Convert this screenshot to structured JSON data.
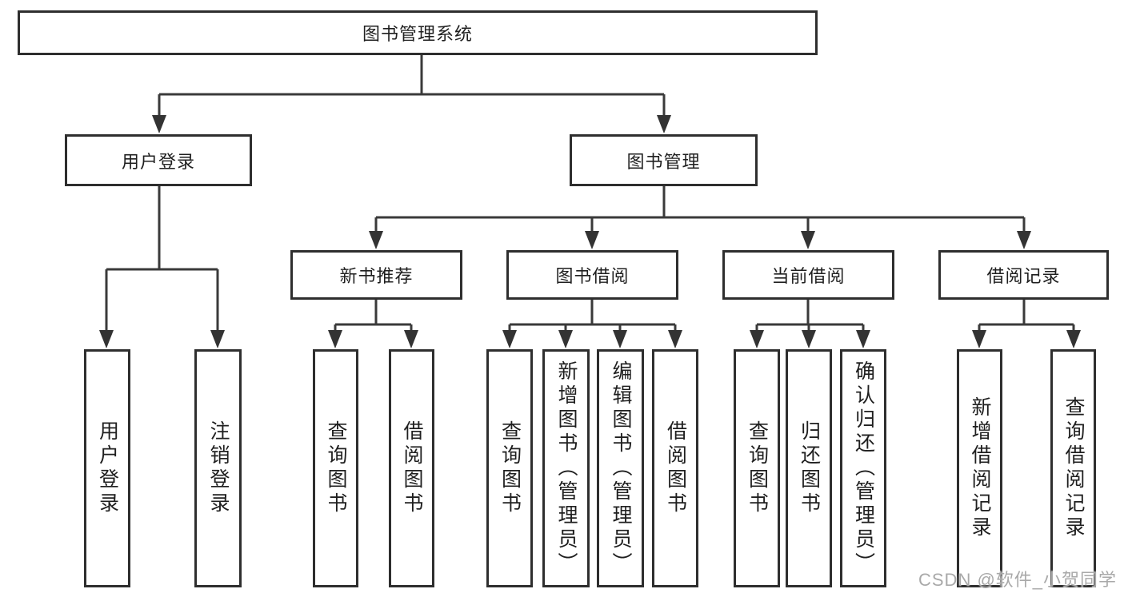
{
  "diagram": {
    "type": "tree",
    "root": {
      "label": "图书管理系统"
    },
    "branches": [
      {
        "label": "用户登录",
        "children": [
          {
            "label": "用户登录"
          },
          {
            "label": "注销登录"
          }
        ]
      },
      {
        "label": "图书管理",
        "groups": [
          {
            "label": "新书推荐",
            "children": [
              {
                "label": "查询图书"
              },
              {
                "label": "借阅图书"
              }
            ]
          },
          {
            "label": "图书借阅",
            "children": [
              {
                "label": "查询图书"
              },
              {
                "label": "新增图书（管理员）"
              },
              {
                "label": "编辑图书（管理员）"
              },
              {
                "label": "借阅图书"
              }
            ]
          },
          {
            "label": "当前借阅",
            "children": [
              {
                "label": "查询图书"
              },
              {
                "label": "归还图书"
              },
              {
                "label": "确认归还（管理员）"
              }
            ]
          },
          {
            "label": "借阅记录",
            "children": [
              {
                "label": "新增借阅记录"
              },
              {
                "label": "查询借阅记录"
              }
            ]
          }
        ]
      }
    ]
  },
  "watermark": {
    "text": "CSDN @软件_小贺同学"
  },
  "colors": {
    "background": "#ffffff",
    "box_fill": "#ffffff",
    "box_border": "#2e2e2e",
    "line": "#3a3a3a",
    "text": "#1f1f1f",
    "watermark": "#a9a9a9"
  }
}
